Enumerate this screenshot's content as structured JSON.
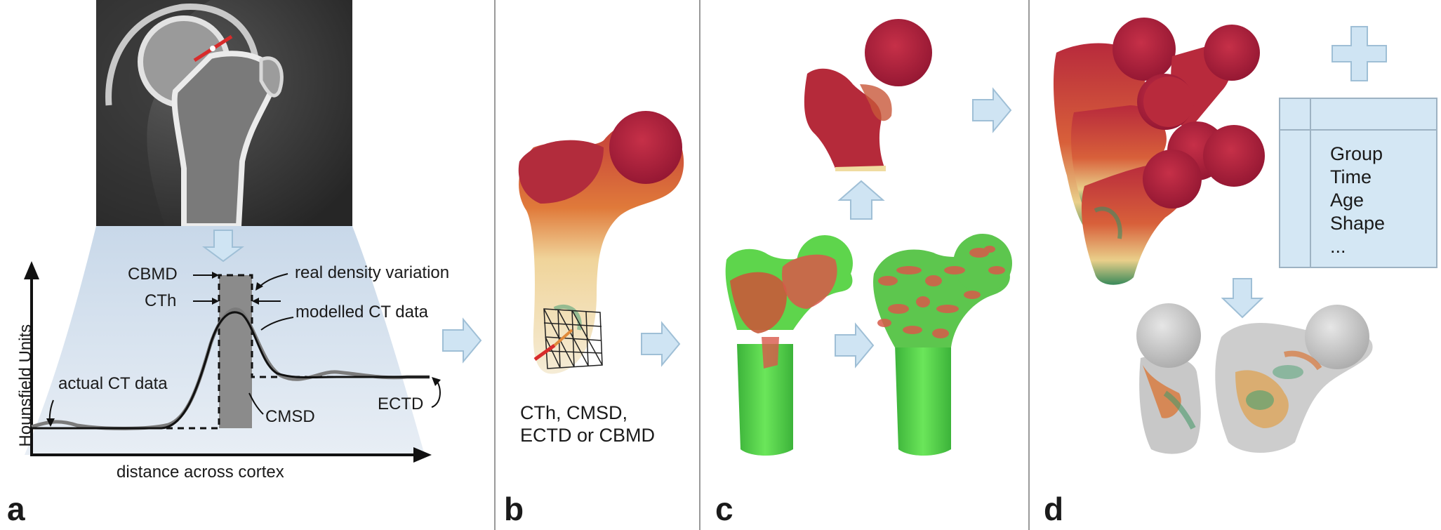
{
  "panels": {
    "a": {
      "letter": "a",
      "plot": {
        "ylabel": "Hounsfield Units",
        "xlabel": "distance across cortex",
        "annotations": {
          "cbmd": "CBMD",
          "cth": "CTh",
          "real_density": "real density variation",
          "modelled": "modelled CT data",
          "actual": "actual CT data",
          "cmsd": "CMSD",
          "ectd": "ECTD"
        }
      }
    },
    "b": {
      "letter": "b",
      "caption_line1": "CTh, CMSD,",
      "caption_line2": "ECTD or CBMD"
    },
    "c": {
      "letter": "c"
    },
    "d": {
      "letter": "d",
      "covariates": [
        "Group",
        "Time",
        "Age",
        "Shape",
        "..."
      ]
    }
  },
  "colors": {
    "arrow_fill": "#cfe4f3",
    "arrow_stroke": "#9fbfd6",
    "cone": "#d3dfec",
    "cortex_band": "#8b8b8b",
    "femur_red": "#a81f3a",
    "femur_green": "#56d64a",
    "femur_grey": "#c8c8c8"
  }
}
